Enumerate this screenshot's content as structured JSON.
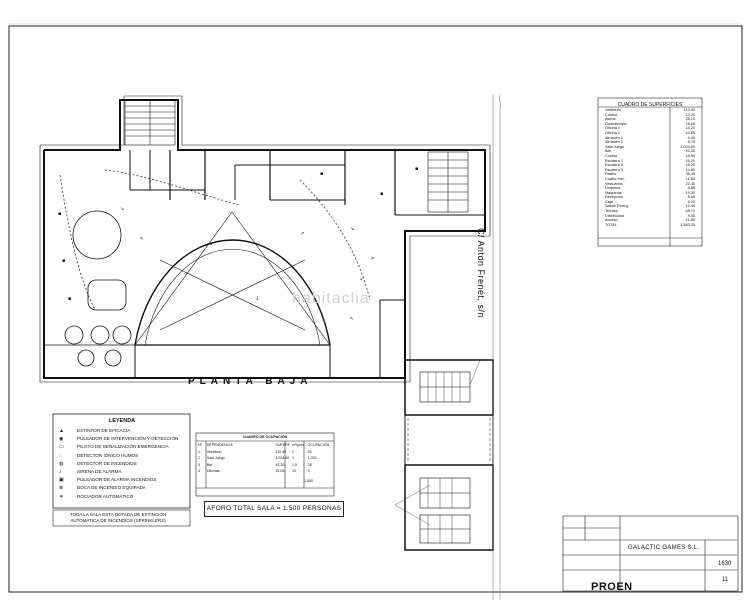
{
  "drawing": {
    "floor_title": "PLANTA BAJA",
    "street_label": "C/ Anton Frenét, s/n",
    "watermark": "habitaclia",
    "capacity_note": "AFORO TOTAL SALA = 1.500 PERSONAS"
  },
  "legend": {
    "title": "LEYENDA",
    "items": [
      {
        "symbol": "icon-extinguisher",
        "label": "EXTINTOR DE EFICACIA"
      },
      {
        "symbol": "icon-alarm-button",
        "label": "PULSADOR DE INTERVENCIÓN Y DETECCIÓN"
      },
      {
        "symbol": "icon-emergency-light",
        "label": "PILOTO DE SEÑALIZACIÓN EMERGENCIA"
      },
      {
        "symbol": "icon-smoke-detector",
        "label": "DETECTOR IÓNICO HUMOS"
      },
      {
        "symbol": "icon-heat-detector",
        "label": "DETECTOR DE INCENDIOS"
      },
      {
        "symbol": "icon-siren",
        "label": "SIRENA DE ALARMA"
      },
      {
        "symbol": "icon-exit-sign",
        "label": "PULSADOR DE ALARMA INCENDIOS"
      },
      {
        "symbol": "icon-hose",
        "label": "BOCA DE INCENDIO EQUIPADA"
      },
      {
        "symbol": "icon-sprinkler",
        "label": "ROCIADOR AUTOMÁTICO"
      }
    ],
    "note": "TODA LA SALA ESTA DOTADA DE EXTINCION AUTOMATICA DE INCENDIOS (SPRINKLERS)"
  },
  "surfaces": {
    "title": "CUADRO DE SUPERFICIES",
    "rows": [
      {
        "name": "Vestíbulo",
        "value": "110,40"
      },
      {
        "name": "Control",
        "value": "12,25"
      },
      {
        "name": "Aseos",
        "value": "28,10"
      },
      {
        "name": "Guardarropa",
        "value": "15,60"
      },
      {
        "name": "Oficina 1",
        "value": "14,20"
      },
      {
        "name": "Oficina 2",
        "value": "10,85"
      },
      {
        "name": "Almacén 1",
        "value": "9,40"
      },
      {
        "name": "Almacén 2",
        "value": "8,75"
      },
      {
        "name": "Sala Juego",
        "value": "1.024,60"
      },
      {
        "name": "Bar",
        "value": "42,30"
      },
      {
        "name": "Cocina",
        "value": "18,90"
      },
      {
        "name": "Escalera 1",
        "value": "16,20"
      },
      {
        "name": "Escalera 2",
        "value": "16,20"
      },
      {
        "name": "Escalera 3",
        "value": "14,80"
      },
      {
        "name": "Pasillo",
        "value": "36,45"
      },
      {
        "name": "Cuarto Inst.",
        "value": "11,60"
      },
      {
        "name": "Vestuarios",
        "value": "22,40"
      },
      {
        "name": "Limpieza",
        "value": "4,85"
      },
      {
        "name": "Máquinas",
        "value": "19,30"
      },
      {
        "name": "Recepción",
        "value": "8,60"
      },
      {
        "name": "Caja",
        "value": "6,20"
      },
      {
        "name": "Salida Emerg.",
        "value": "12,40"
      },
      {
        "name": "Terraza",
        "value": "48,70"
      },
      {
        "name": "Distribuidor",
        "value": "9,35"
      },
      {
        "name": "Acceso",
        "value": "21,80"
      },
      {
        "name": "TOTAL",
        "value": "1.583,30"
      }
    ]
  },
  "occupancy": {
    "title": "CUADRO DE OCUPACIÓN",
    "headers": [
      "Nº",
      "DEPENDENCIA",
      "SUPERF.",
      "m²/pers",
      "OCUPACIÓN"
    ],
    "rows": [
      [
        "1",
        "Vestíbulo",
        "110,40",
        "2",
        "55"
      ],
      [
        "2",
        "Sala Juego",
        "1.024,60",
        "1",
        "1.024"
      ],
      [
        "3",
        "Bar",
        "42,30",
        "1,5",
        "28"
      ],
      [
        "4",
        "Oficinas",
        "25,05",
        "10",
        "3"
      ]
    ],
    "total": "1.500"
  },
  "title_block": {
    "company": "GALACTIC GAMES S.L.",
    "logo": "PROEN",
    "plan_number": "1630",
    "sheet_number": "11"
  }
}
